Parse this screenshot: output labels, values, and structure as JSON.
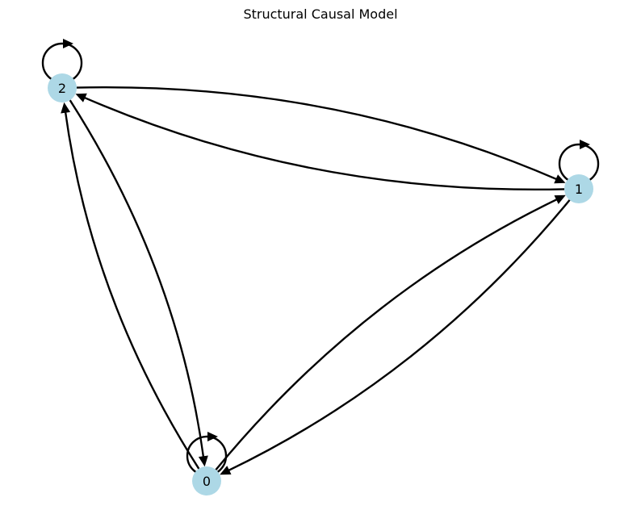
{
  "title": "Structural Causal Model",
  "colors": {
    "node_fill": "#add8e6",
    "edge": "#000000",
    "background": "#ffffff"
  },
  "nodes": [
    {
      "id": "0",
      "label": "0"
    },
    {
      "id": "1",
      "label": "1"
    },
    {
      "id": "2",
      "label": "2"
    }
  ],
  "edges": [
    {
      "from": "0",
      "to": "0"
    },
    {
      "from": "0",
      "to": "1"
    },
    {
      "from": "0",
      "to": "2"
    },
    {
      "from": "1",
      "to": "0"
    },
    {
      "from": "1",
      "to": "1"
    },
    {
      "from": "1",
      "to": "2"
    },
    {
      "from": "2",
      "to": "0"
    },
    {
      "from": "2",
      "to": "1"
    },
    {
      "from": "2",
      "to": "2"
    }
  ]
}
